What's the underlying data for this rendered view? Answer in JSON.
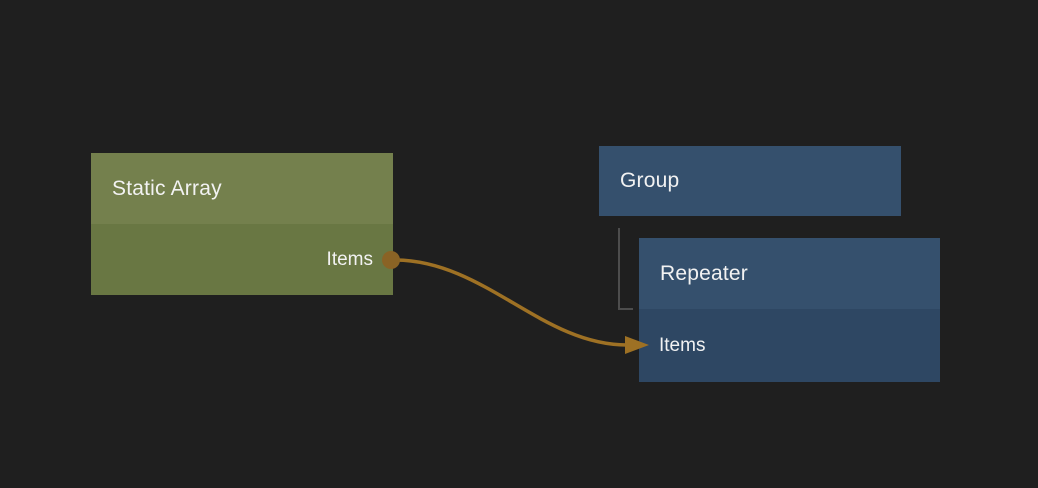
{
  "colors": {
    "background": "#1f1f1f",
    "text": "#f2f2f2",
    "static_array_header": "#74804d",
    "static_array_body": "#697743",
    "group_header": "#35506d",
    "repeater_header": "#35506d",
    "repeater_body": "#2e4763",
    "wire": "#9e7124",
    "port_dot": "#8a6325",
    "bracket": "#4d4d4d"
  },
  "nodes": {
    "static_array": {
      "title": "Static Array",
      "ports": {
        "output": "Items"
      }
    },
    "group": {
      "title": "Group"
    },
    "repeater": {
      "title": "Repeater",
      "ports": {
        "input": "Items"
      }
    }
  },
  "connection": {
    "from_node": "Static Array",
    "from_port": "Items",
    "to_node": "Repeater",
    "to_port": "Items"
  }
}
